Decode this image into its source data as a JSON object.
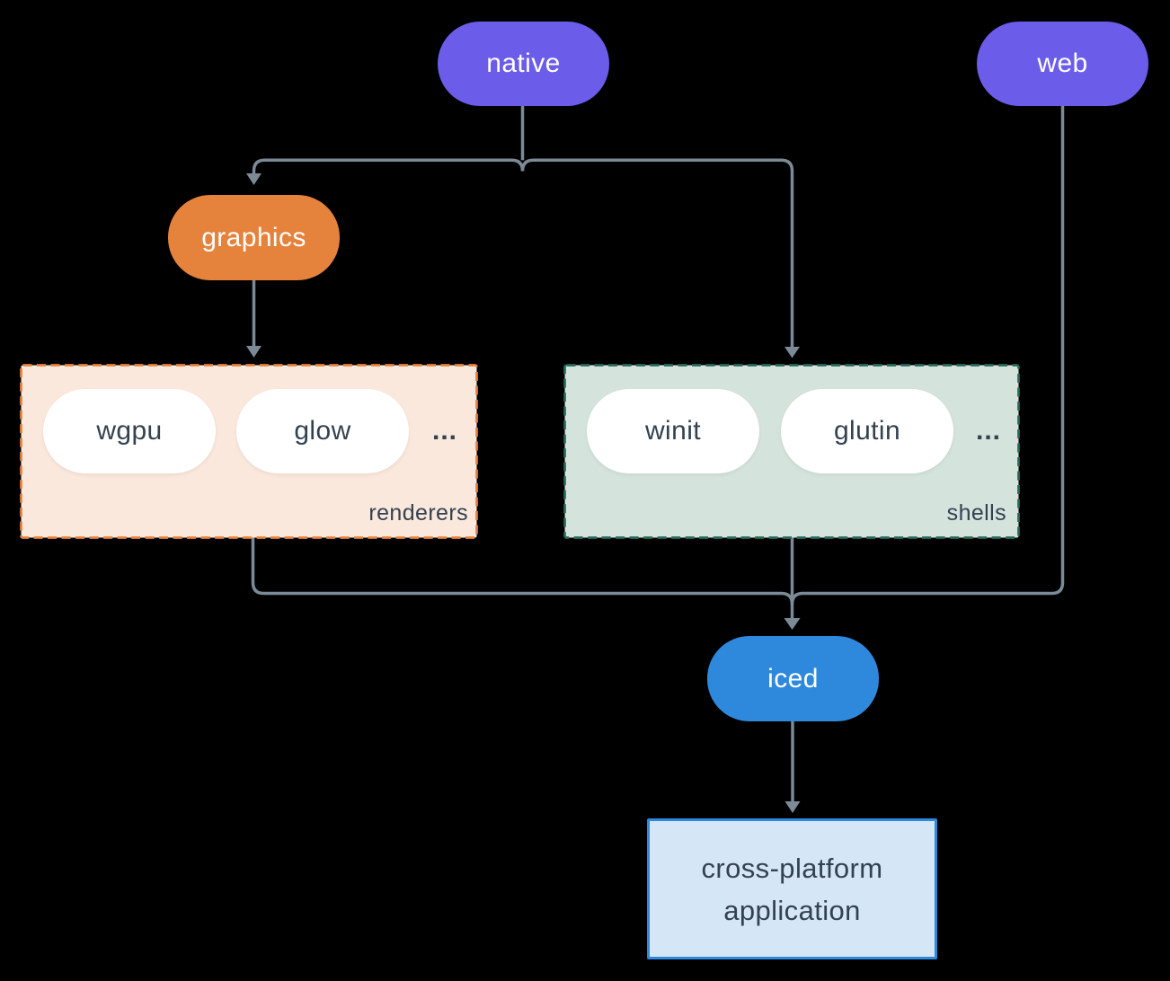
{
  "colors": {
    "canvas-bg": "#000000",
    "node-purple": "#6B5CEA",
    "node-orange": "#E5823C",
    "node-blue": "#2E89DC",
    "pill-white": "#FFFFFF",
    "text-dark": "#334250",
    "line-gray": "#7B8A96",
    "renderers-bg": "#FAE8DC",
    "renderers-border": "#E5823C",
    "shells-bg": "#D5E3DD",
    "shells-border": "#27695B",
    "app-bg": "#D5E6F7",
    "app-border": "#2E89DC"
  },
  "nodes": {
    "native": "native",
    "web": "web",
    "graphics": "graphics",
    "iced": "iced",
    "application": "cross-platform application"
  },
  "groups": {
    "renderers": {
      "label": "renderers",
      "pills": [
        "wgpu",
        "glow"
      ],
      "ellipsis": "..."
    },
    "shells": {
      "label": "shells",
      "pills": [
        "winit",
        "glutin"
      ],
      "ellipsis": "..."
    }
  }
}
